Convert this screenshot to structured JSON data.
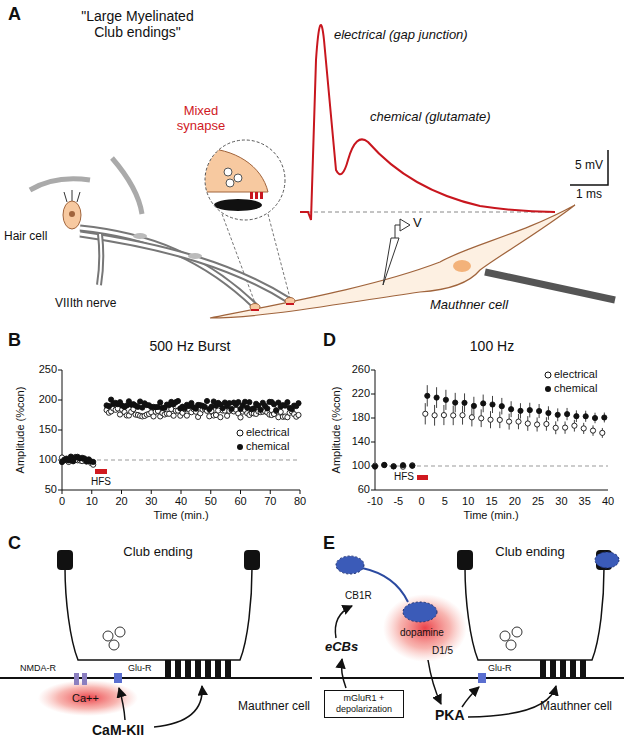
{
  "diagram": {
    "nodes": [
      {
        "text": [
          "mGluR1 + depolarization"
        ]
      }
    ],
    "labels": [
      "A",
      "\"Large Myelinated Club endings\"",
      "electrical (gap junction)",
      "chemical (glutamate)",
      "5 mV",
      "1 ms",
      "Mixed synapse",
      "Hair cell",
      "V",
      "VIIIth nerve",
      "Mauthner cell",
      "B",
      "500 Hz Burst",
      "Amplitude (%con)",
      "250",
      "200",
      "150",
      "100",
      "50",
      "0",
      "10",
      "20",
      "30",
      "40",
      "50",
      "60",
      "70",
      "80",
      "Time (min.)",
      "HFS",
      "D",
      "100 Hz",
      "Amplitude (%con)",
      "260",
      "220",
      "180",
      "140",
      "100",
      "60",
      "-10",
      "-5",
      "0",
      "5",
      "10",
      "15",
      "20",
      "25",
      "30",
      "35",
      "40",
      "Time (min.)",
      "HFS",
      "C",
      "Club ending",
      "NMDA-R",
      "Glu-R",
      "Ca++",
      "CaM-KII",
      "Mauthner cell",
      "E",
      "Club ending",
      "CB1R",
      "eCBs",
      "dopamine",
      "D1/5",
      "PKA",
      "Glu-R",
      "Mauthner cell"
    ],
    "legend": [
      {
        "text": "electrical"
      },
      {
        "text": "chemical"
      },
      {
        "text": "electrical"
      },
      {
        "text": "chemical"
      }
    ]
  }
}
